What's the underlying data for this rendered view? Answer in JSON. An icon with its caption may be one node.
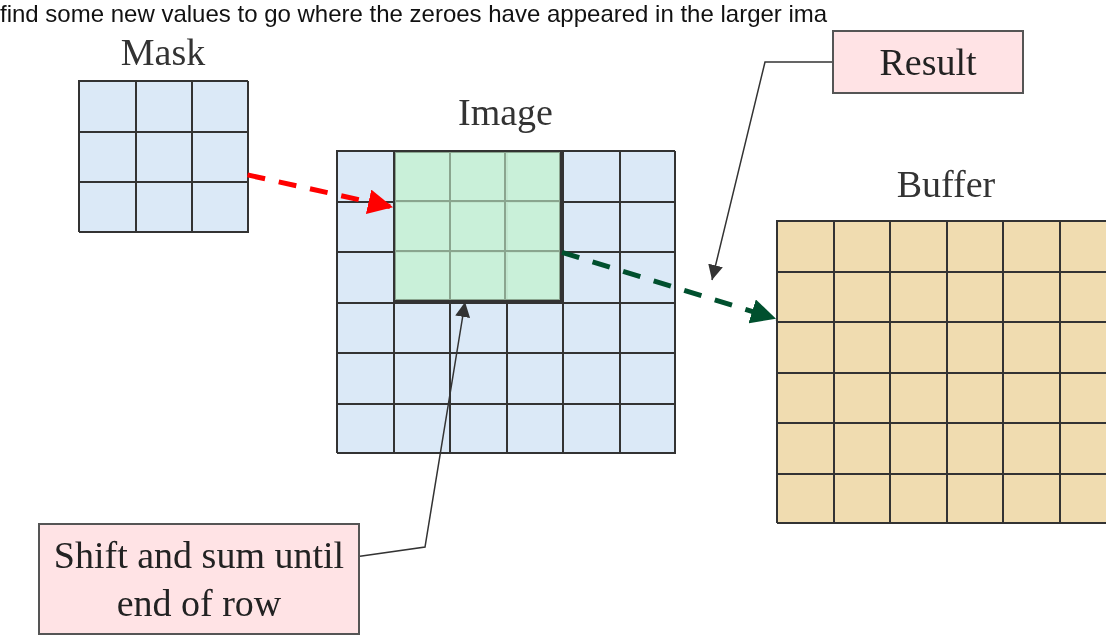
{
  "diagram": {
    "nodes": [
      {
        "text": [
          "Mask"
        ]
      },
      {
        "text": [
          "Image"
        ]
      },
      {
        "text": [],
        "shape": "box",
        "in": 1
      },
      {
        "text": [
          "Buffer"
        ]
      },
      {
        "text": [
          "Result"
        ]
      },
      {
        "text": [
          "Shift and sum until end of row"
        ]
      }
    ],
    "edges": [
      {
        "from": 0,
        "to": 2,
        "arrow": "to",
        "style": "dashed",
        "color": "#ff0000"
      },
      {
        "from": 2,
        "to": 3,
        "arrow": "to",
        "style": "dashed",
        "color": "#00502e"
      },
      {
        "from": 4,
        "to": null,
        "arrow": "to"
      },
      {
        "from": 5,
        "to": 2,
        "arrow": "to"
      }
    ],
    "labels": [
      "find some new values to go where the zeroes have appeared in the larger ima"
    ]
  }
}
